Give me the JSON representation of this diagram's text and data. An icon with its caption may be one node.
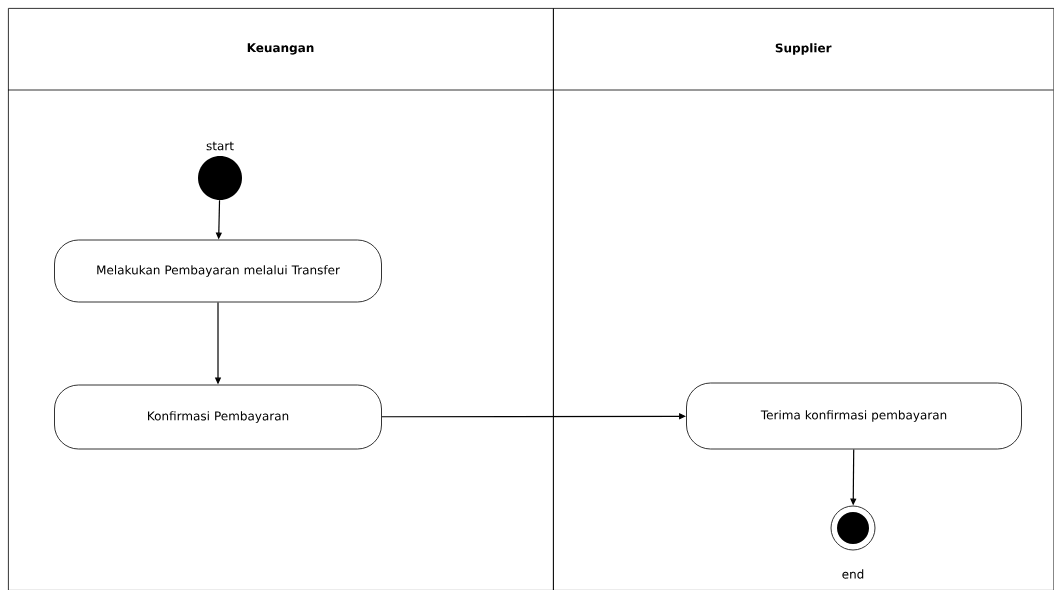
{
  "diagram": {
    "nodes": [
      {
        "text": [
          "Keuangan"
        ]
      },
      {
        "text": [
          "Supplier"
        ]
      },
      {
        "text": [],
        "shape": "circle",
        "in": 0,
        "beside": [
          "start"
        ]
      },
      {
        "text": [
          "Melakukan Pembayaran melalui Transfer"
        ],
        "in": 0
      },
      {
        "text": [
          "Konfirmasi Pembayaran"
        ],
        "in": 0
      },
      {
        "text": [
          "Terima konfirmasi pembayaran"
        ],
        "in": 1
      },
      {
        "text": [],
        "shape": "circle",
        "in": 1,
        "beside": [
          "end"
        ]
      }
    ],
    "edges": [
      {
        "from": 2,
        "to": 3,
        "arrow": "to"
      },
      {
        "from": 3,
        "to": 4,
        "arrow": "to"
      },
      {
        "from": 4,
        "to": 5,
        "arrow": "to"
      },
      {
        "from": 5,
        "to": 6,
        "arrow": "to"
      }
    ]
  }
}
